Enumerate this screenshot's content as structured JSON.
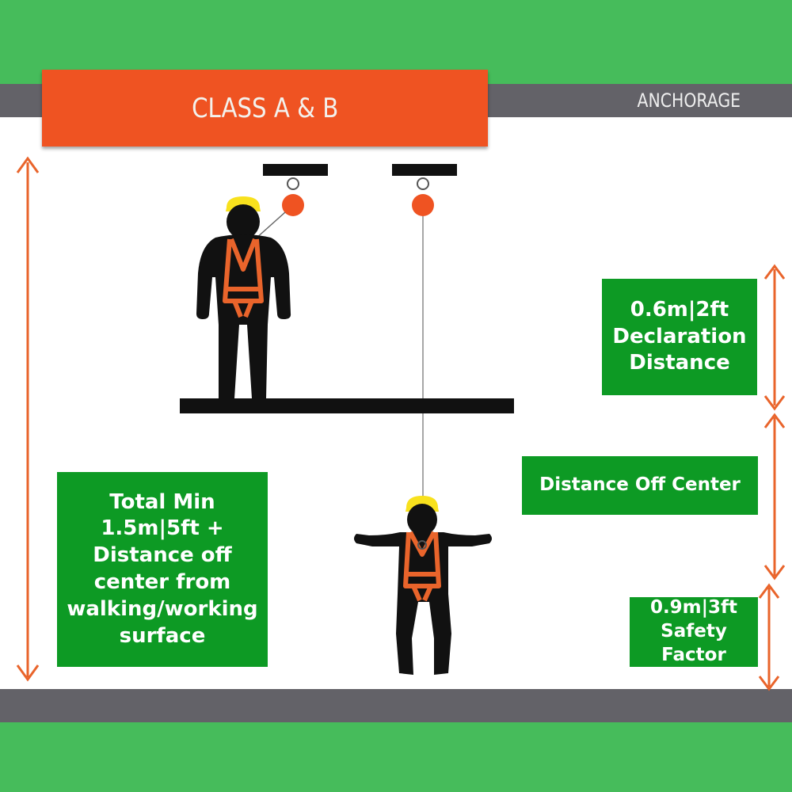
{
  "header": {
    "class_title": "CLASS A & B",
    "anchorage_label": "ANCHORAGE"
  },
  "labels": {
    "declaration_distance": [
      "0.6m|2ft",
      "Declaration",
      "Distance"
    ],
    "distance_off_center": "Distance Off Center",
    "safety_factor": [
      "0.9m|3ft",
      "Safety",
      "Factor"
    ],
    "total_min": [
      "Total Min",
      "1.5m|5ft +",
      "Distance off",
      "center from",
      "walking/working",
      "surface"
    ]
  },
  "colors": {
    "background_green": "#46bc5b",
    "label_green": "#0d9a24",
    "banner_orange": "#ef5322",
    "arrow_orange": "#e9642b",
    "bar_gray": "#636268",
    "helmet_yellow": "#f8e11d",
    "figure_black": "#111111"
  },
  "icons": {
    "worker_standing": "worker-standing-icon",
    "worker_fallen": "worker-fallen-icon",
    "anchor_left": "anchor-block-icon",
    "anchor_right": "anchor-block-icon"
  }
}
